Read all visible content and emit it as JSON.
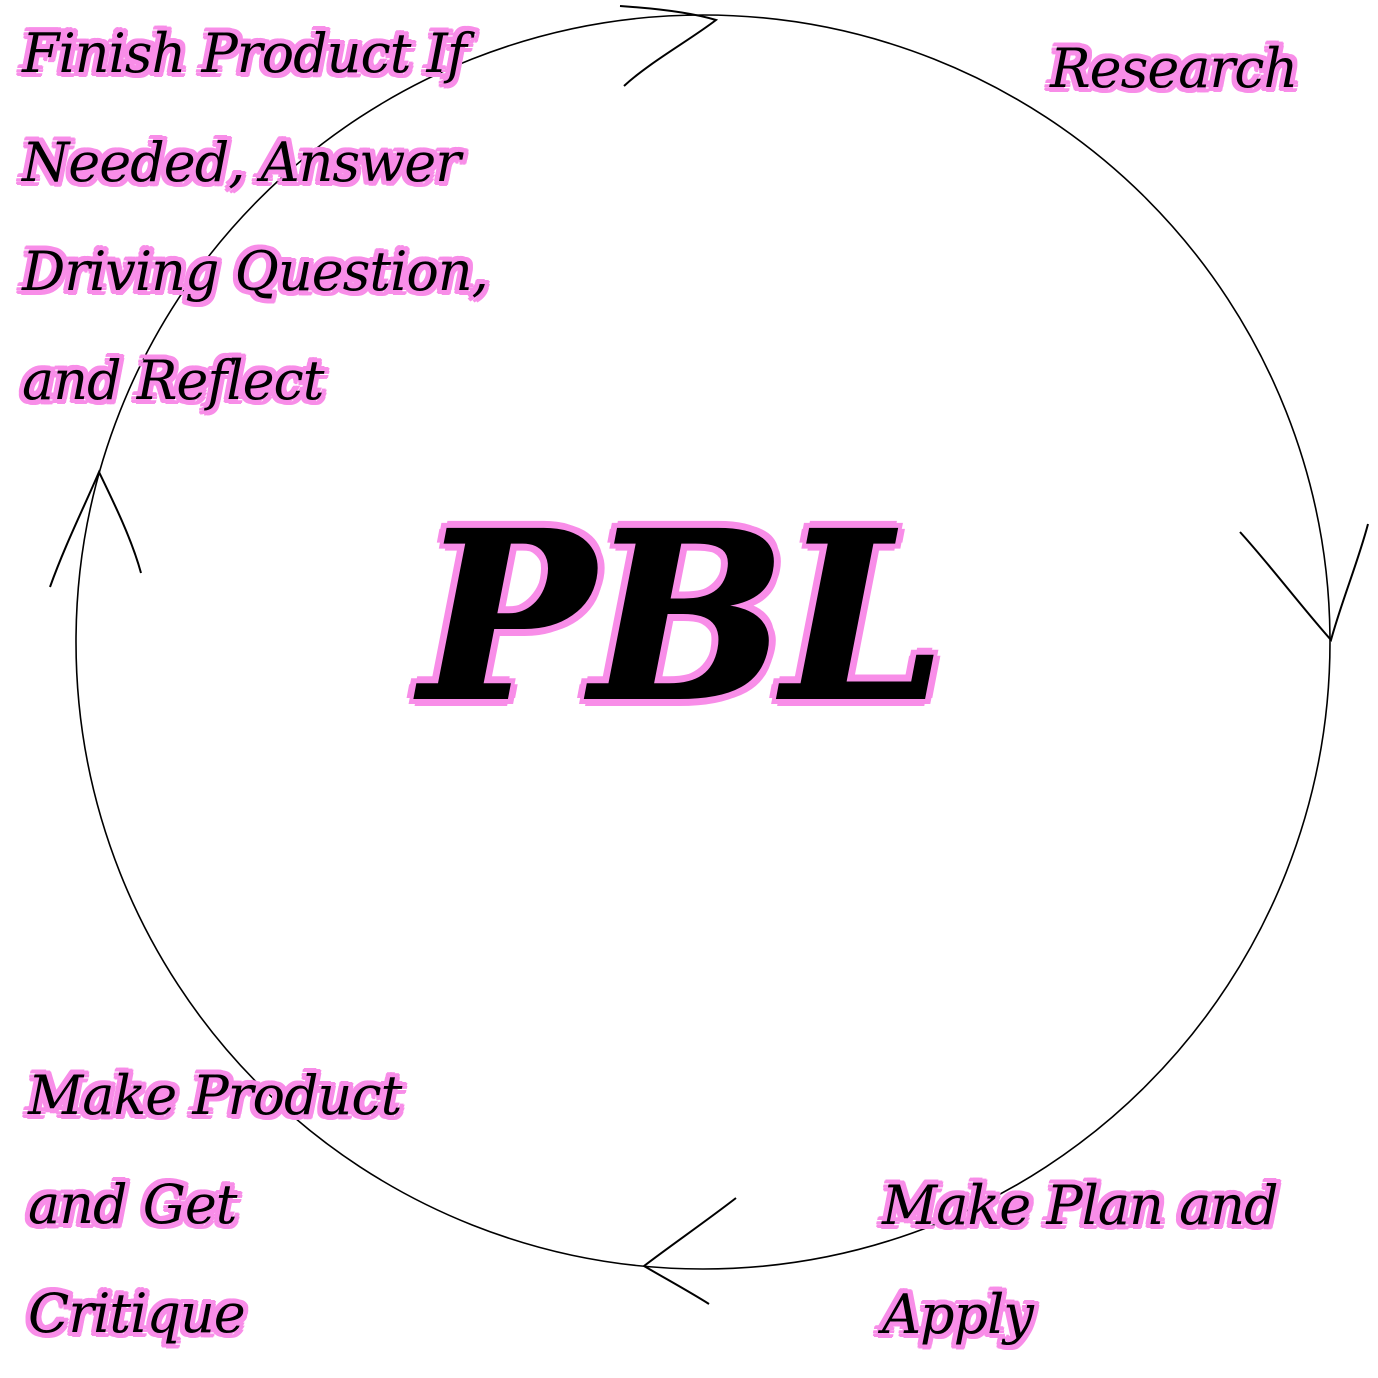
{
  "diagram": {
    "center_title": "PBL",
    "steps": [
      {
        "id": "research",
        "lines": [
          "Research"
        ]
      },
      {
        "id": "plan",
        "lines": [
          "Make Plan and",
          "Apply"
        ]
      },
      {
        "id": "product",
        "lines": [
          "Make Product",
          "and Get",
          "Critique"
        ]
      },
      {
        "id": "finish",
        "lines": [
          "Finish Product If",
          "Needed, Answer",
          "Driving Question,",
          "and Reflect"
        ]
      }
    ],
    "colors": {
      "text": "#000000",
      "label_outline": "#f88de8",
      "circle": "#000000",
      "background": "#ffffff"
    },
    "flow_direction": "clockwise",
    "arrow_count": 4
  }
}
